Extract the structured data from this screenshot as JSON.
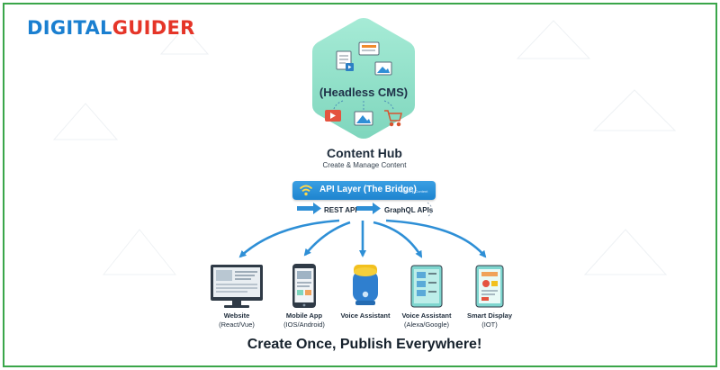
{
  "brand": {
    "part1": "DIGITAL",
    "part2": "GUIDER"
  },
  "hub": {
    "badge": "(Headless CMS)",
    "title": "Content Hub",
    "subtitle": "Create & Manage Content"
  },
  "api": {
    "label": "API Layer (The Bridge)",
    "small": "Delivery, Content"
  },
  "protocols": {
    "rest": "REST API",
    "graphql": "GraphQL APIs"
  },
  "devices": [
    {
      "name": "Website",
      "sub": "(React/Vue)",
      "icon": "monitor-icon"
    },
    {
      "name": "Mobile App",
      "sub": "(IOS/Android)",
      "icon": "smartphone-icon"
    },
    {
      "name": "Voice Assistant",
      "sub": "",
      "icon": "smart-speaker-icon"
    },
    {
      "name": "Voice Assistant",
      "sub": "(Alexa/Google)",
      "icon": "tablet-icon"
    },
    {
      "name": "Smart Display",
      "sub": "(IOT)",
      "icon": "smart-display-icon"
    }
  ],
  "tagline": "Create Once, Publish Everywhere!",
  "colors": {
    "frame": "#3aa64a",
    "brand_blue": "#1a7fd0",
    "brand_red": "#e53528",
    "hex_fill": "#8ee0c8",
    "api_blue": "#2a92da",
    "arrow_blue": "#2e8fd6"
  }
}
